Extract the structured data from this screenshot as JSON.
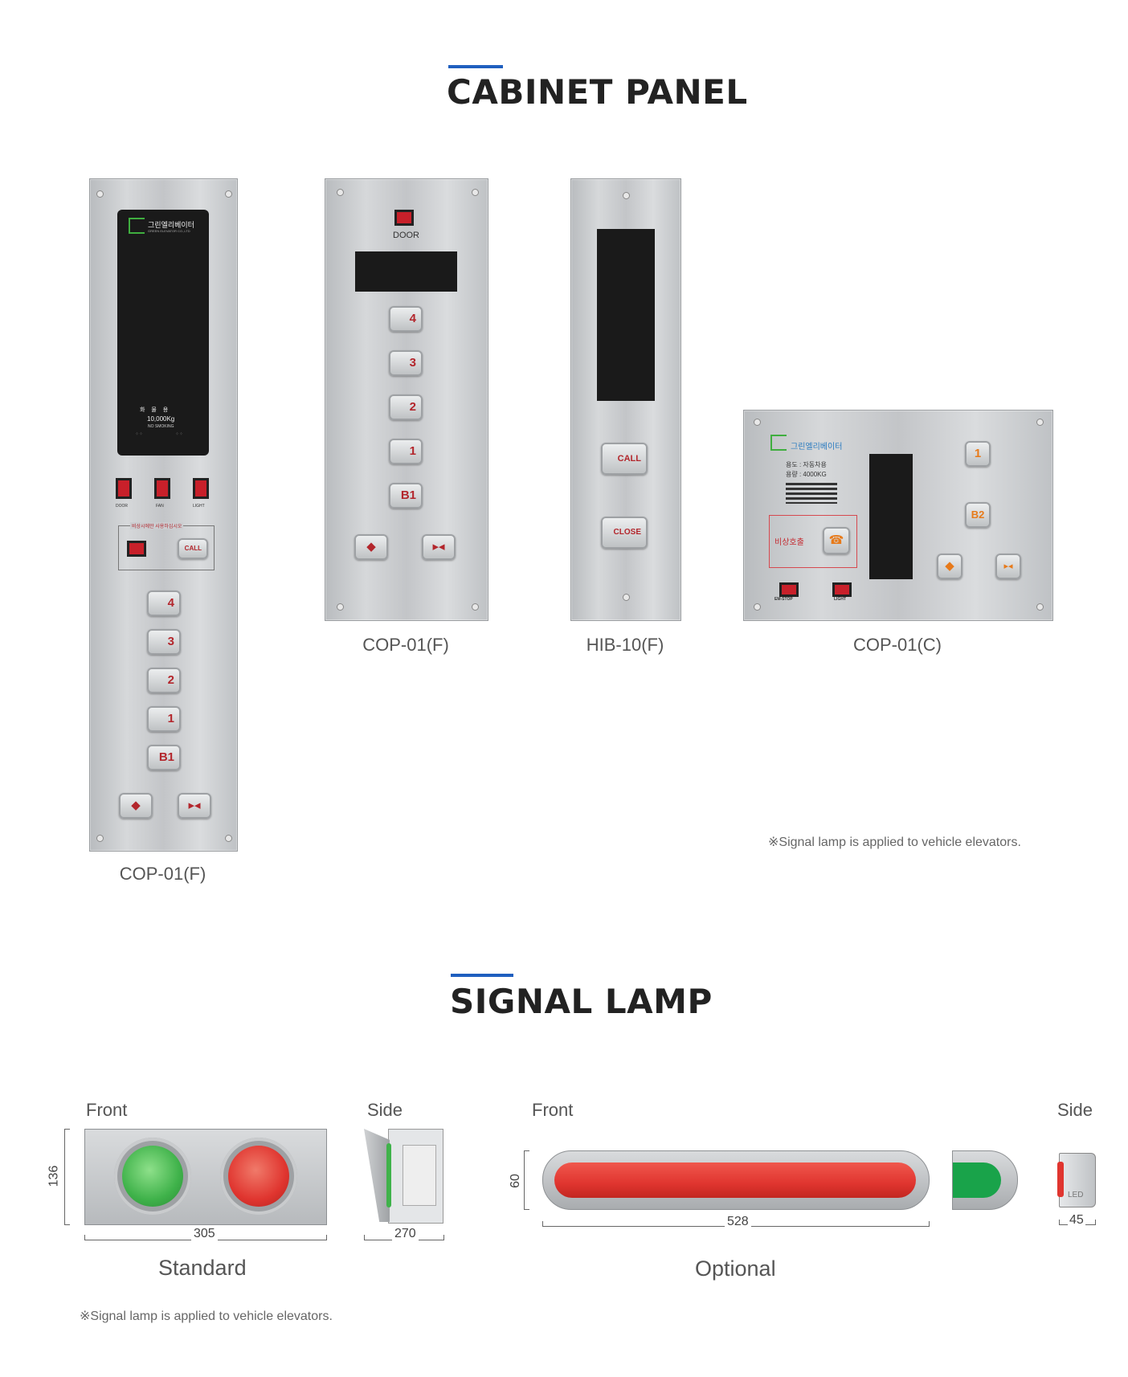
{
  "cabinet_section": {
    "title": "CABINET PANEL",
    "note": "※Signal lamp is applied to vehicle elevators.",
    "panels": [
      {
        "caption": "COP-01(F)",
        "logo_text": "그린엘리베이터",
        "logo_sub": "GREEN ELEVATOR CO.,LTD",
        "usage": "화 물 용",
        "capacity": "10,000Kg",
        "no_smoking": "NO SMOKING",
        "switch_labels": [
          "DOOR",
          "FAN",
          "LIGHT"
        ],
        "emergency_label": "비상시에만 사용하십시오",
        "call_label": "CALL",
        "floor_buttons": [
          "4",
          "3",
          "2",
          "1",
          "B1"
        ]
      },
      {
        "caption": "COP-01(F)",
        "door_label": "DOOR",
        "floor_buttons": [
          "4",
          "3",
          "2",
          "1",
          "B1"
        ]
      },
      {
        "caption": "HIB-10(F)",
        "buttons": [
          "CALL",
          "CLOSE"
        ]
      },
      {
        "caption": "COP-01(C)",
        "logo_text": "그린엘리베이터",
        "usage_line": "용도 : 자동차용",
        "capacity_line": "용량 : 4000KG",
        "emergency_call": "비상호출",
        "switch_labels": [
          "EM-STOP",
          "LIGHT"
        ],
        "floor_buttons": [
          "1",
          "B2"
        ]
      }
    ]
  },
  "signal_section": {
    "title": "SIGNAL LAMP",
    "note": "※Signal lamp is applied to vehicle elevators.",
    "standard": {
      "front_label": "Front",
      "side_label": "Side",
      "height_dim": "136",
      "width_dim": "305",
      "side_dim": "270",
      "name": "Standard",
      "colors": {
        "green": "#3fb24a",
        "red": "#e0352f"
      }
    },
    "optional": {
      "front_label": "Front",
      "side_label": "Side",
      "height_dim": "60",
      "width_dim": "528",
      "side_dim": "45",
      "led_label": "LED",
      "name": "Optional",
      "colors": {
        "red": "#e0352f",
        "green": "#19a34a"
      }
    }
  }
}
